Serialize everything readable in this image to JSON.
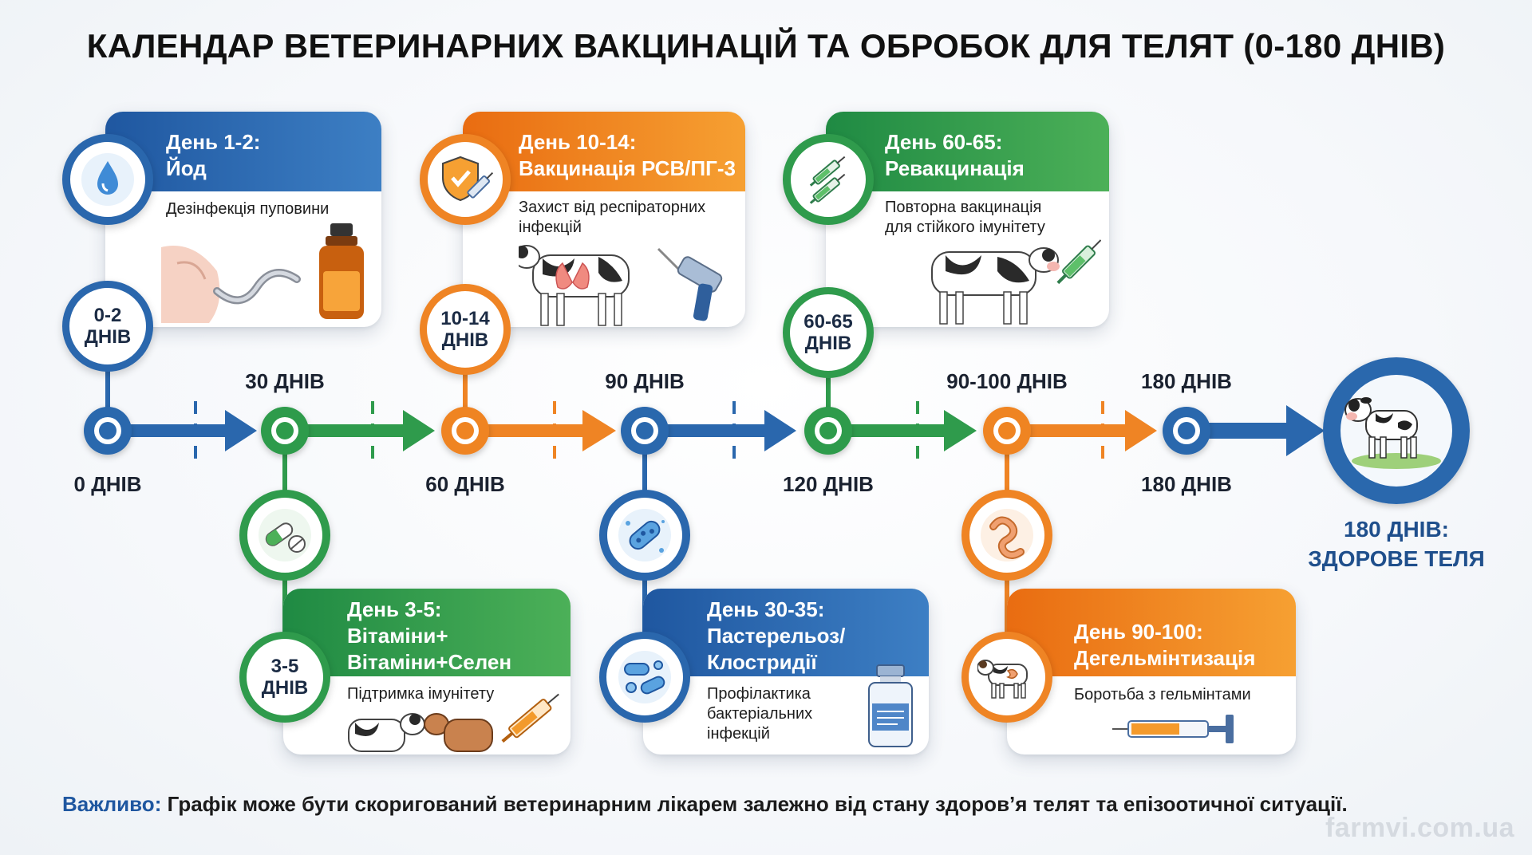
{
  "title": "КАЛЕНДАР ВЕТЕРИНАРНИХ ВАКЦИНАЦІЙ ТА ОБРОБОК ДЛЯ ТЕЛЯТ (0-180 ДНІВ)",
  "colors": {
    "blue": "#2a67ad",
    "orange": "#ef8424",
    "green": "#2f9b4c",
    "dark": "#1b2230"
  },
  "timeline_labels": {
    "top": [
      "30 ДНІВ",
      "90 ДНІВ",
      "90-100 ДНІВ",
      "180 ДНІВ"
    ],
    "bottom": [
      "0 ДНІВ",
      "60 ДНІВ",
      "120 ДНІВ",
      "180 ДНІВ"
    ]
  },
  "events": {
    "iodine": {
      "title1": "День 1-2:",
      "title2": "Йод",
      "desc": "Дезінфекція пуповини",
      "badge1": "0-2",
      "badge2": "ДНІВ",
      "icon": "water-drop-icon"
    },
    "rsv": {
      "title1": "День 10-14:",
      "title2": "Вакцинація РСВ/ПГ-3",
      "desc": "Захист від респіраторних\nінфекцій",
      "badge1": "10-14",
      "badge2": "ДНІВ",
      "icon": "shield-syringe-icon"
    },
    "revax": {
      "title1": "День 60-65:",
      "title2": "Ревакцинація",
      "desc": "Повторна вакцинація\nдля стійкого імунітету",
      "badge1": "60-65",
      "badge2": "ДНІВ",
      "icon": "two-syringes-icon"
    },
    "vitamins": {
      "title1": "День 3-5:",
      "title2": "Вітаміни+",
      "title3": "Вітаміни+Селен",
      "desc": "Підтримка імунітету",
      "badge1": "3-5",
      "badge2": "ДНІВ",
      "icon": "pills-icon"
    },
    "pasteur": {
      "title1": "День 30-35:",
      "title2": "Пастерельоз/",
      "title3": "Клостридії",
      "desc": "Профілактика\nбактеріальних\nінфекцій",
      "icon": "bacteria-icon"
    },
    "deworm": {
      "title1": "День 90-100:",
      "title2": "Дегельмінтизація",
      "desc": "Боротьба з гельмінтами",
      "icon": "worm-icon"
    }
  },
  "final": {
    "line1": "180 ДНІВ:",
    "line2": "ЗДОРОВЕ ТЕЛЯ",
    "icon": "healthy-calf-icon"
  },
  "note": {
    "lead": "Важливо:",
    "text": " Графік може бути скоригований ветеринарним лікарем залежно від стану здоров’я телят та епізоотичної ситуації."
  },
  "watermark": "farmvi.com.ua"
}
